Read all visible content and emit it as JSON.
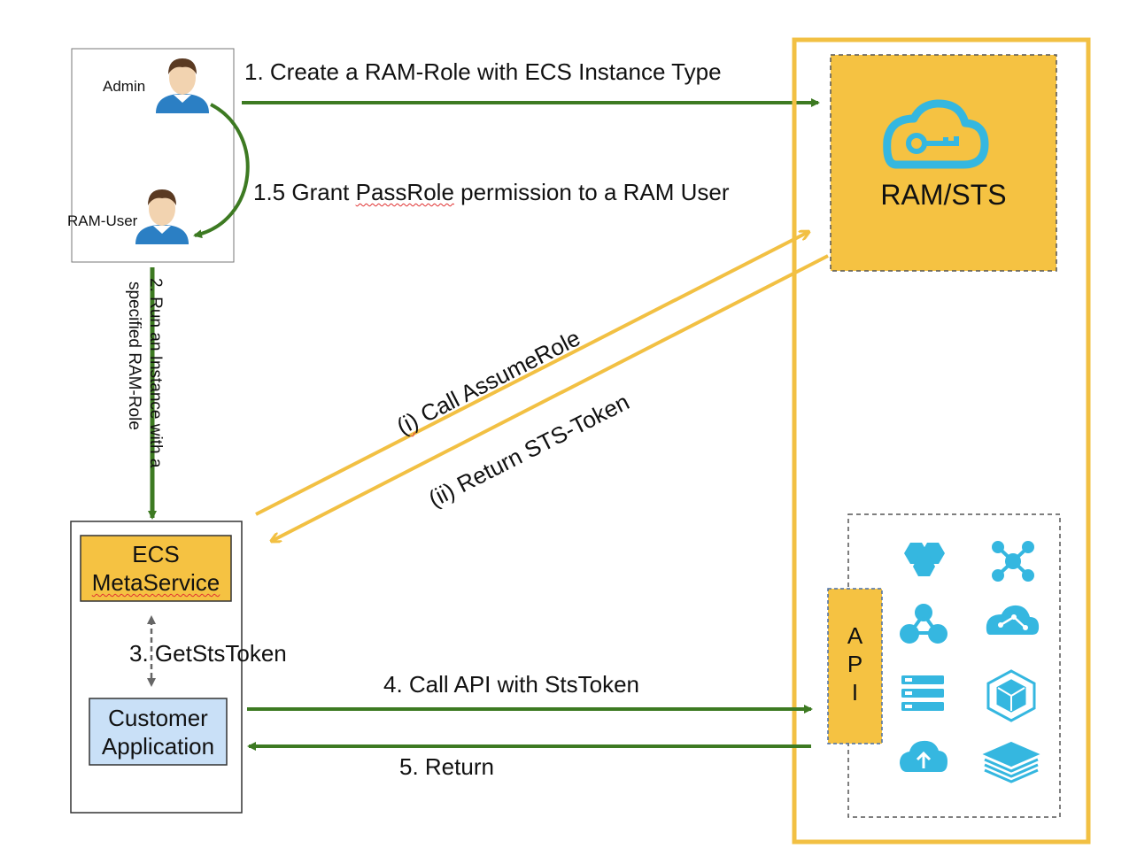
{
  "colors": {
    "green_arrow": "#3d7a22",
    "yellow_arrow": "#f2c043",
    "yellow_fill": "#f5c242",
    "blue_fill": "#c9e0f7",
    "icon_blue": "#35b7e0",
    "frame_gray": "#555555"
  },
  "actors": {
    "admin_label": "Admin",
    "ram_user_label": "RAM-User"
  },
  "steps": {
    "step1": "1. Create a RAM-Role with ECS Instance Type",
    "step1_5_prefix": "1.5 Grant ",
    "step1_5_word": "PassRole",
    "step1_5_suffix": " permission to a RAM User",
    "step2_line1": "2. Run an Instance with a",
    "step2_line2": "specified  RAM-Role",
    "step3": "3. GetStsToken",
    "step4": "4. Call API with StsToken",
    "step5": "5. Return",
    "assume_role_prefix": "(",
    "assume_role_i": "i",
    "assume_role_suffix": ") Call AssumeRole",
    "return_token": "(ii) Return STS-Token"
  },
  "ecs_box": {
    "line1": "ECS",
    "line2": "MetaService"
  },
  "customer_box": {
    "line1": "Customer",
    "line2": "Application"
  },
  "ram_sts": {
    "label": "RAM/STS",
    "icon": "cloud-key-icon"
  },
  "api": {
    "letters": [
      "A",
      "P",
      "I"
    ]
  },
  "service_icons": [
    "hexagon-cluster-icon",
    "network-hub-icon",
    "topology-icon",
    "cloud-network-icon",
    "server-stack-icon",
    "cube-cluster-icon",
    "cloud-upload-icon",
    "layer-stack-icon"
  ]
}
